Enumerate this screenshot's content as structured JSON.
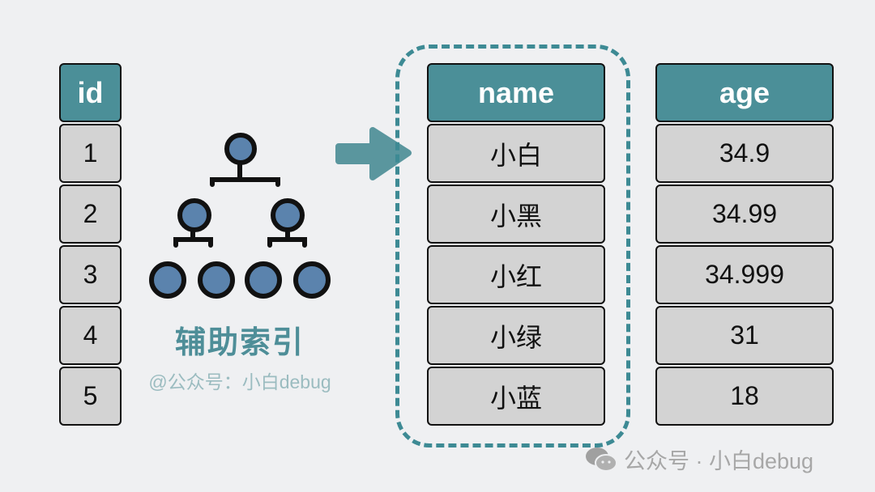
{
  "id_column": {
    "header": "id",
    "values": [
      "1",
      "2",
      "3",
      "4",
      "5"
    ]
  },
  "name_column": {
    "header": "name",
    "values": [
      "小白",
      "小黑",
      "小红",
      "小绿",
      "小蓝"
    ]
  },
  "age_column": {
    "header": "age",
    "values": [
      "34.9",
      "34.99",
      "34.999",
      "31",
      "18"
    ]
  },
  "index_label": "辅助索引",
  "index_credit": "@公众号：小白debug",
  "watermark": "公众号 · 小白debug",
  "colors": {
    "accent": "#4b8f98",
    "cell": "#d3d3d3",
    "node": "#5b83ad"
  }
}
